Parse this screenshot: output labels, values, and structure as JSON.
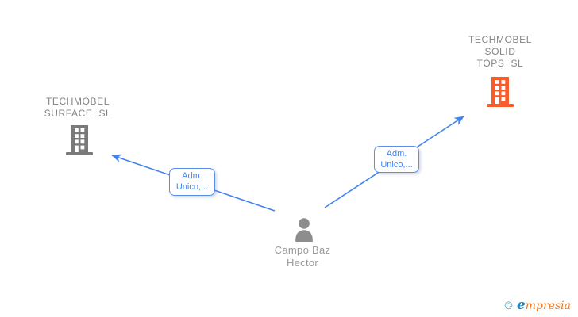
{
  "colors": {
    "edge_blue": "#4183ec",
    "edge_label_text": "#4285f4",
    "edge_label_border": "#5b8fe8",
    "company_left_icon": "#7a7a7a",
    "company_right_icon": "#f85c2d",
    "person_icon": "#8d8d8d",
    "company_label_text": "#858585",
    "person_label_text": "#9a9a9a",
    "logo_copyright": "#4a8a9b",
    "logo_initial": "#1f86c0",
    "logo_rest": "#ee7b21"
  },
  "nodes": {
    "company_left": {
      "lines": [
        "TECHMOBEL",
        "SURFACE SL"
      ]
    },
    "company_right": {
      "lines": [
        "TECHMOBEL",
        "SOLID",
        "TOPS SL"
      ]
    },
    "person": {
      "lines": [
        "Campo Baz",
        "Hector"
      ]
    }
  },
  "edges": {
    "left": {
      "label_lines": [
        "Adm.",
        "Unico,..."
      ]
    },
    "right": {
      "label_lines": [
        "Adm.",
        "Unico,..."
      ]
    }
  },
  "watermark": {
    "copyright_symbol": "©",
    "brand_initial": "e",
    "brand_rest": "mpresia"
  }
}
